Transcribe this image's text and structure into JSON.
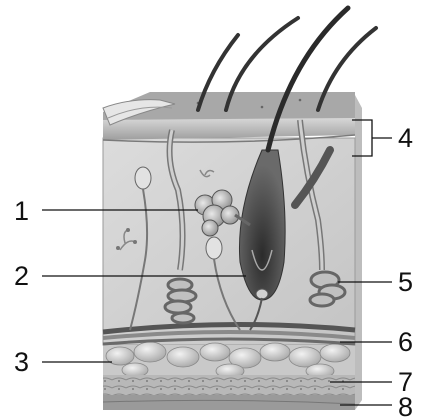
{
  "diagram": {
    "labels": [
      {
        "id": "1",
        "text": "1"
      },
      {
        "id": "2",
        "text": "2"
      },
      {
        "id": "3",
        "text": "3"
      },
      {
        "id": "4",
        "text": "4"
      },
      {
        "id": "5",
        "text": "5"
      },
      {
        "id": "6",
        "text": "6"
      },
      {
        "id": "7",
        "text": "7"
      },
      {
        "id": "8",
        "text": "8"
      }
    ]
  },
  "colors": {
    "background": "#ffffff",
    "ink": "#111111",
    "tissue": "#cfcfcf",
    "dark_tissue": "#6f6f6f"
  }
}
